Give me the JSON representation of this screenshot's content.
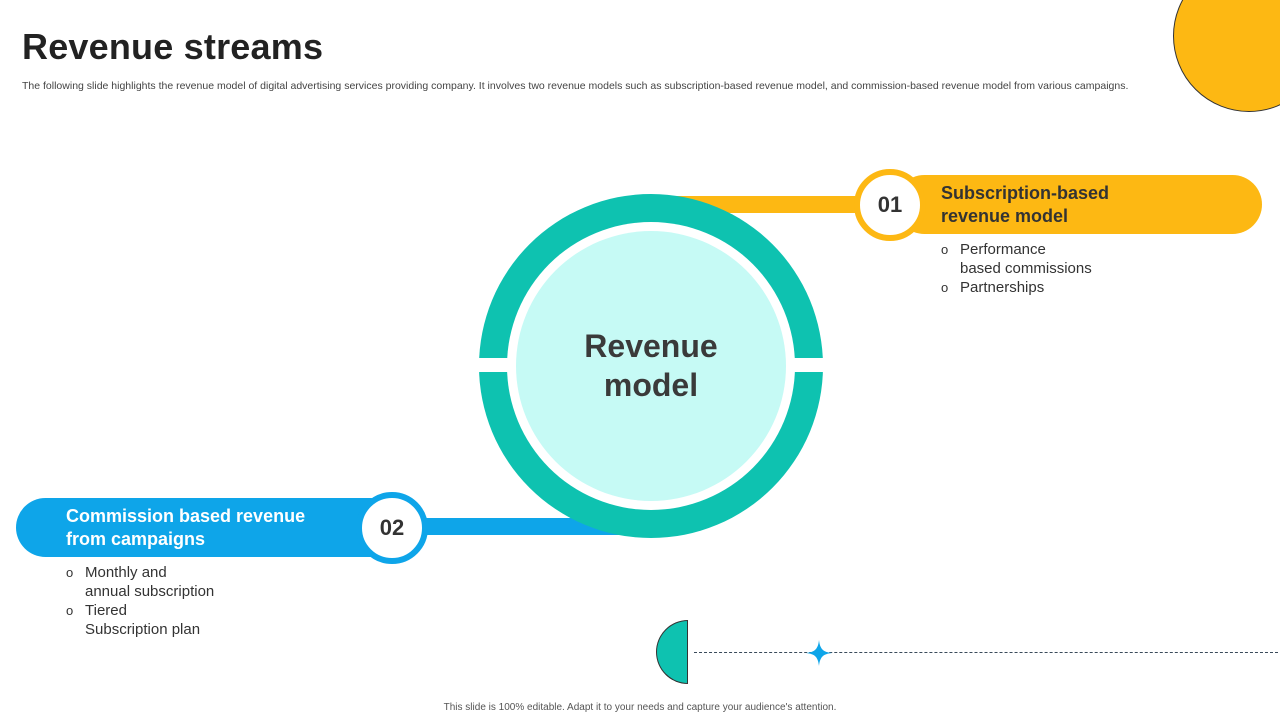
{
  "slide": {
    "title": "Revenue streams",
    "subtitle": "The following slide highlights the revenue model of digital advertising services providing company. It involves two revenue models such as subscription-based revenue model, and commission-based revenue model from various campaigns.",
    "center_label": "Revenue model",
    "footer": "This slide is 100% editable.  Adapt it to your needs and capture your audience's attention."
  },
  "models": [
    {
      "number": "01",
      "title": "Subscription-based\nrevenue model",
      "color": "#FDB813",
      "bullets": [
        "Performance\nbased commissions",
        "Partnerships"
      ]
    },
    {
      "number": "02",
      "title": "Commission based revenue\nfrom campaigns",
      "color": "#0EA5E9",
      "bullets": [
        "Monthly  and\nannual subscription",
        "Tiered\nSubscription plan"
      ]
    }
  ],
  "bullet_marker": "o",
  "colors": {
    "accent_yellow": "#FDB813",
    "accent_blue": "#0EA5E9",
    "accent_teal": "#0EC2B0",
    "core_fill": "#C6FAF5",
    "star": "#0EA5E9"
  },
  "icons": {
    "star": "four-point-star-icon",
    "half_circle": "half-circle-icon"
  }
}
